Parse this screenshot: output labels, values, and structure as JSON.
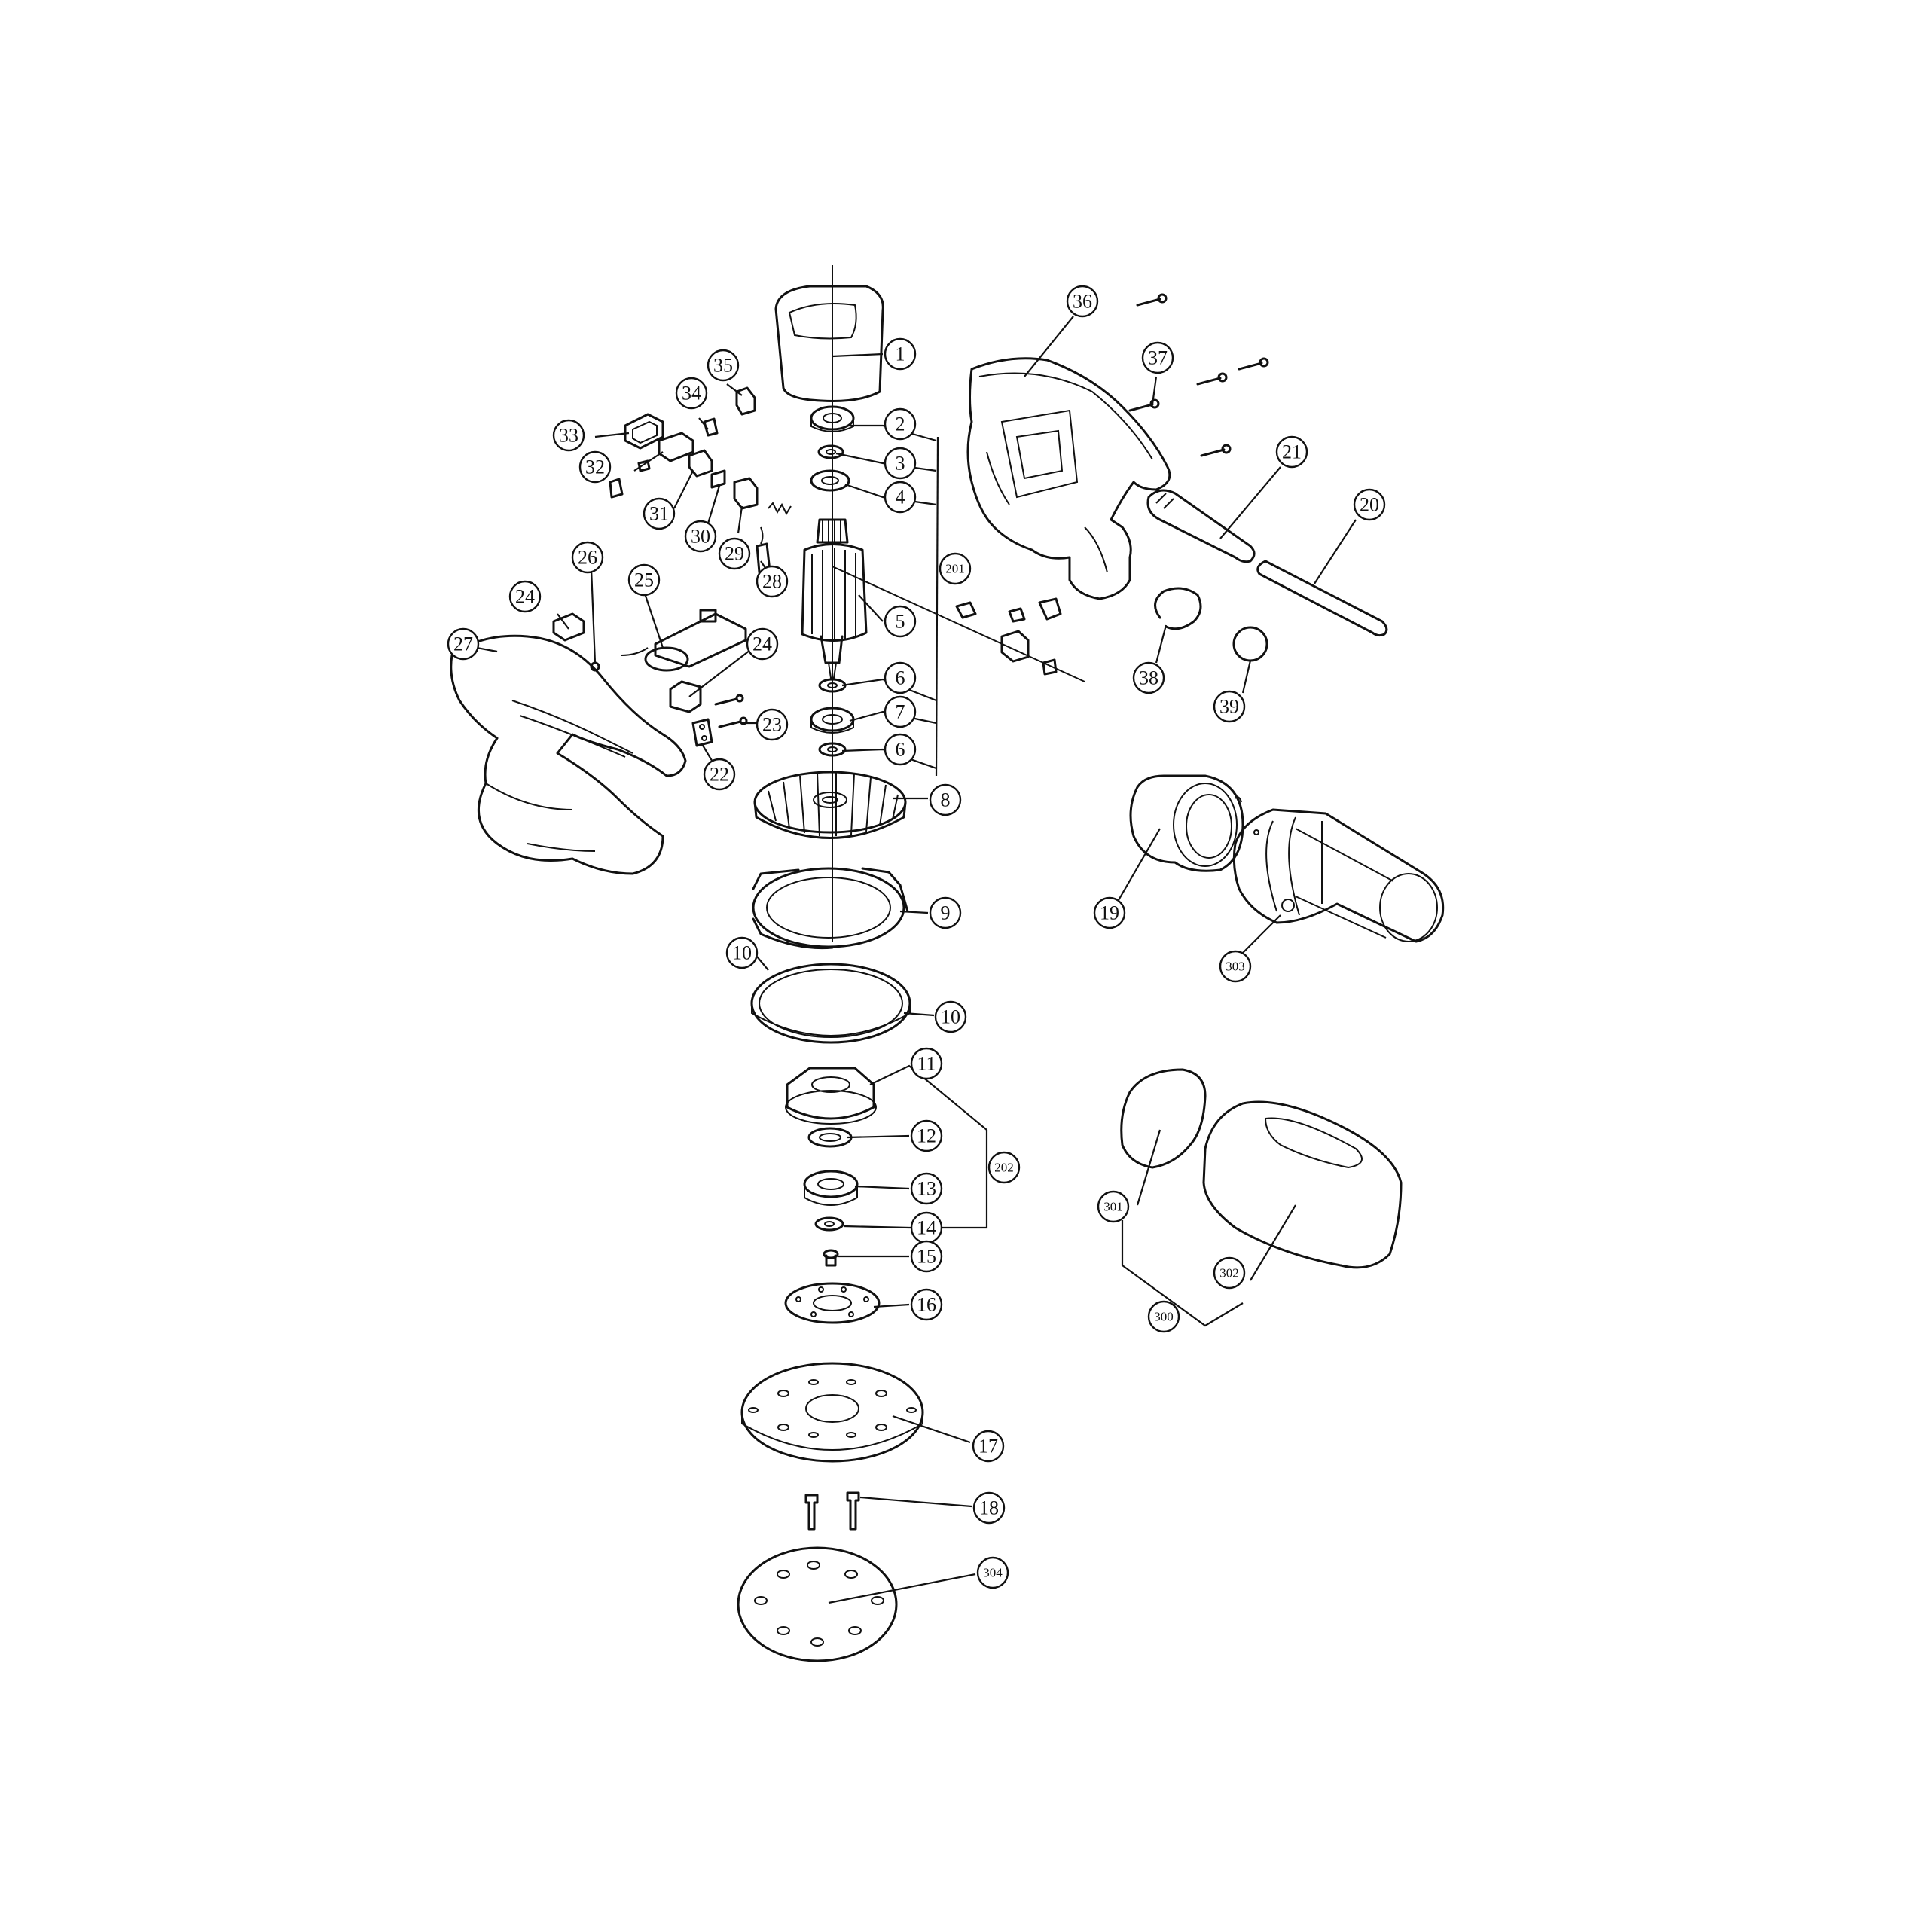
{
  "callouts": {
    "c1": "1",
    "c2": "2",
    "c3": "3",
    "c4": "4",
    "c5": "5",
    "c6a": "6",
    "c6b": "6",
    "c7": "7",
    "c8": "8",
    "c9": "9",
    "c10a": "10",
    "c10b": "10",
    "c11": "11",
    "c12": "12",
    "c13": "13",
    "c14": "14",
    "c15": "15",
    "c16": "16",
    "c17": "17",
    "c18": "18",
    "c19": "19",
    "c20": "20",
    "c21": "21",
    "c22": "22",
    "c23": "23",
    "c24a": "24",
    "c24b": "24",
    "c25": "25",
    "c26": "26",
    "c27": "27",
    "c28": "28",
    "c29": "29",
    "c30": "30",
    "c31": "31",
    "c32": "32",
    "c33": "33",
    "c34": "34",
    "c35": "35",
    "c36": "36",
    "c37": "37",
    "c38": "38",
    "c39": "39",
    "c201": "201",
    "c202": "202",
    "c300": "300",
    "c301": "301",
    "c302": "302",
    "c303": "303",
    "c304": "304"
  }
}
